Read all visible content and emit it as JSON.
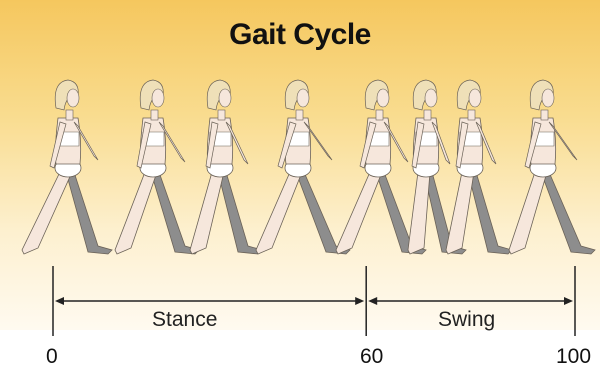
{
  "title": "Gait Cycle",
  "phases": [
    {
      "label": "Stance",
      "start": 0,
      "end": 60
    },
    {
      "label": "Swing",
      "start": 60,
      "end": 100
    }
  ],
  "ticks": [
    {
      "label": "0",
      "value": 0
    },
    {
      "label": "60",
      "value": 60
    },
    {
      "label": "100",
      "value": 100
    }
  ],
  "figure_count": 8,
  "colors": {
    "background_top": "#f5c75e",
    "background_bottom": "#fffaf0",
    "skin": "#f6e7dc",
    "hair": "#efe0b8",
    "shaded_leg": "#8d8d8d",
    "outline": "#6b6257"
  }
}
